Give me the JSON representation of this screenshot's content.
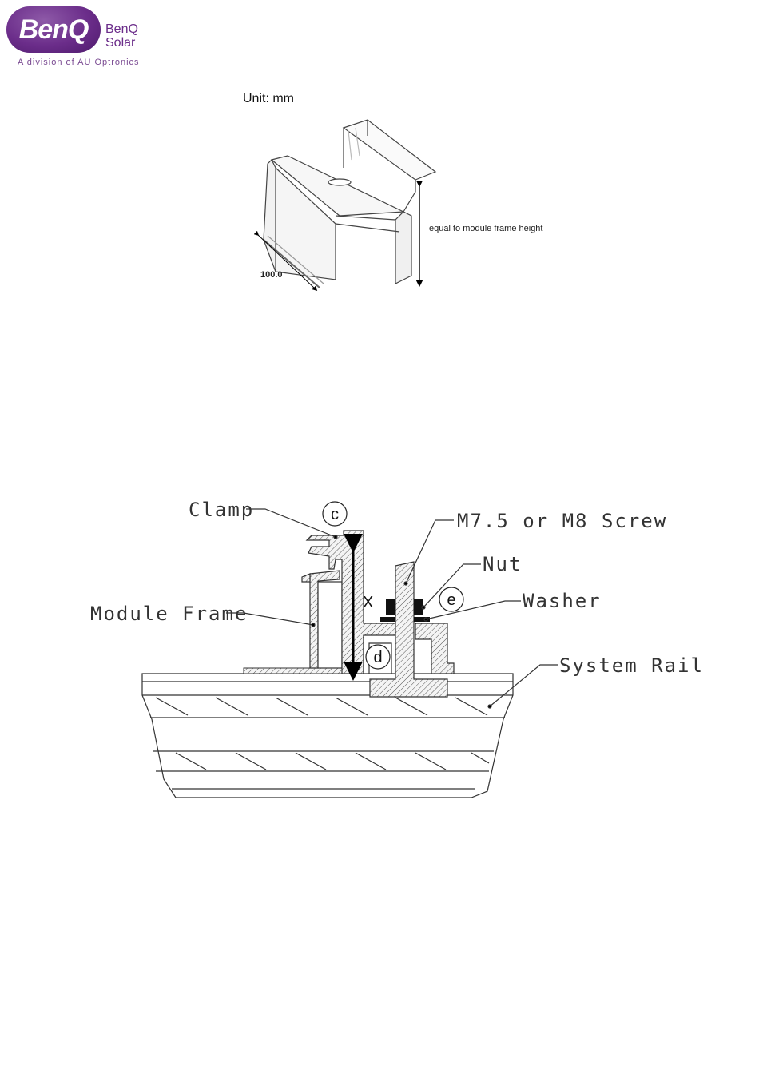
{
  "logo": {
    "wordmark": "BenQ",
    "line1": "BenQ",
    "line2": "Solar",
    "tagline": "A division of AU Optronics"
  },
  "figure1": {
    "unit_label": "Unit: mm",
    "height_label": "equal to module frame height",
    "length_label": "100.0"
  },
  "figure2": {
    "labels": {
      "clamp": "Clamp",
      "screw": "M7.5 or M8 Screw",
      "nut": "Nut",
      "washer": "Washer",
      "module_frame": "Module Frame",
      "system_rail": "System Rail",
      "x": "X"
    },
    "callouts": {
      "c": "c",
      "d": "d",
      "e": "e"
    }
  },
  "colors": {
    "brand_purple": "#6b2d8a",
    "line": "#333333"
  }
}
